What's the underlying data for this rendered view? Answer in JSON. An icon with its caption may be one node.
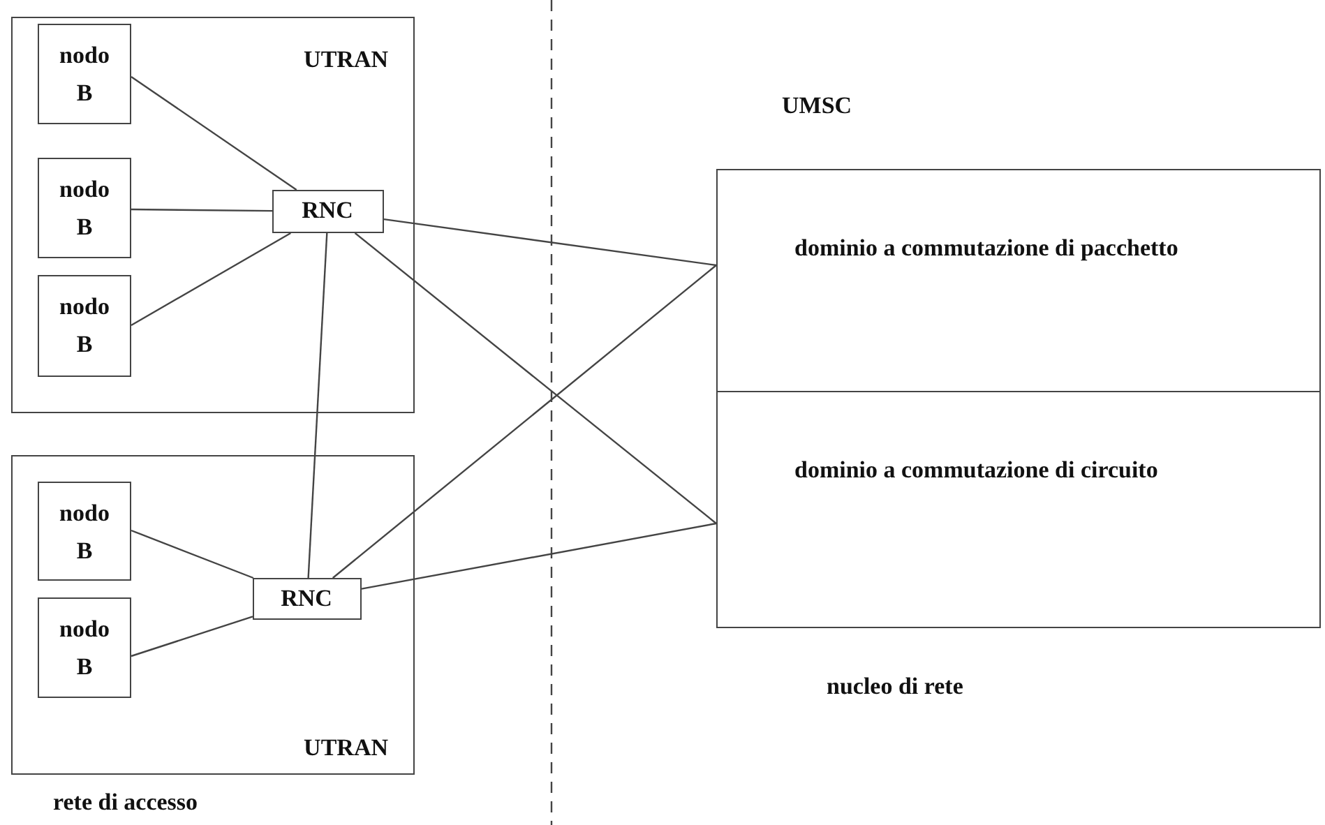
{
  "diagram": {
    "nodes": [
      {
        "text": [
          "UTRAN"
        ]
      },
      {
        "text": [
          "nodo B"
        ],
        "in": 0
      },
      {
        "text": [
          "nodo B"
        ],
        "in": 0
      },
      {
        "text": [
          "nodo B"
        ],
        "in": 0
      },
      {
        "text": [
          "RNC"
        ],
        "in": 0
      },
      {
        "text": [
          "UTRAN"
        ]
      },
      {
        "text": [
          "nodo B"
        ],
        "in": 5
      },
      {
        "text": [
          "nodo B"
        ],
        "in": 5
      },
      {
        "text": [
          "RNC"
        ],
        "in": 5
      },
      {
        "text": [
          "dominio a commutazione di pacchetto"
        ]
      },
      {
        "text": [
          "dominio a commutazione di circuito"
        ]
      }
    ],
    "edges": [
      {
        "from": 1,
        "to": 4,
        "arrow": "none"
      },
      {
        "from": 2,
        "to": 4,
        "arrow": "none"
      },
      {
        "from": 3,
        "to": 4,
        "arrow": "none"
      },
      {
        "from": 4,
        "to": 8,
        "arrow": "none"
      },
      {
        "from": 4,
        "to": 9,
        "arrow": "none"
      },
      {
        "from": 4,
        "to": 10,
        "arrow": "none"
      },
      {
        "from": 6,
        "to": 8,
        "arrow": "none"
      },
      {
        "from": 7,
        "to": 8,
        "arrow": "none"
      },
      {
        "from": 8,
        "to": 9,
        "arrow": "none"
      },
      {
        "from": 8,
        "to": 10,
        "arrow": "none"
      }
    ],
    "labels": [
      "UMSC",
      "nucleo di rete",
      "rete di accesso"
    ]
  }
}
